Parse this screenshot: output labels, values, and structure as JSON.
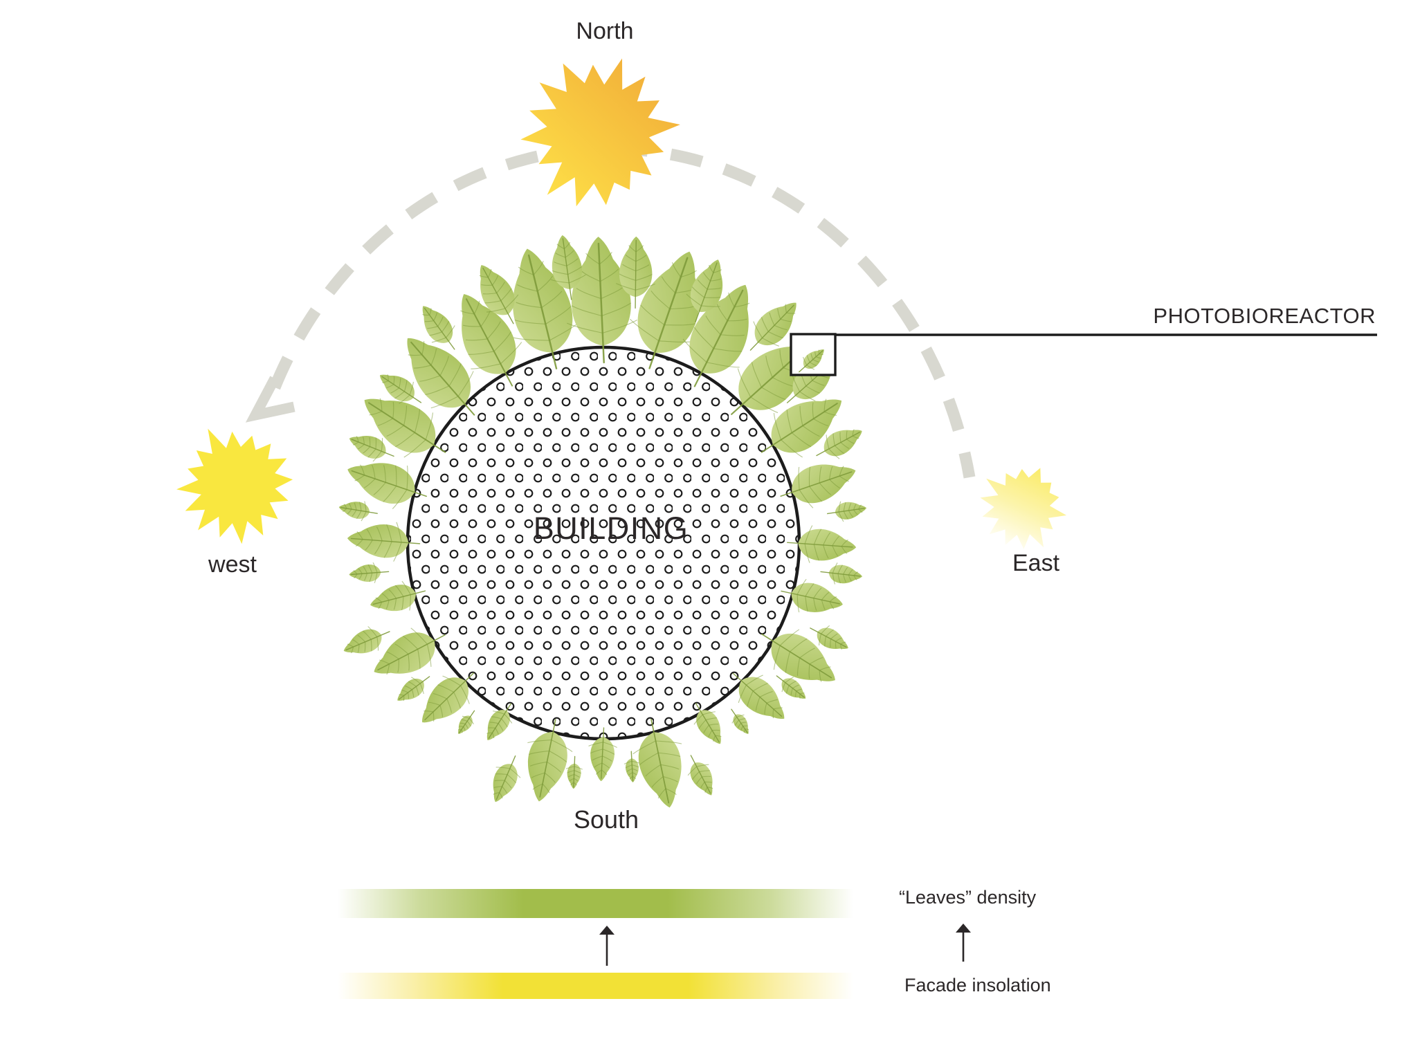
{
  "diagram": {
    "labels": {
      "north": "North",
      "west": "west",
      "east": "East",
      "south": "South",
      "building": "BUILDING",
      "photobioreactor": "PHOTOBIOREACTOR"
    },
    "legend": {
      "leaves_density": "“Leaves” density",
      "facade_insolation": "Facade insolation"
    },
    "colors": {
      "leaf_light": "#ccdb92",
      "leaf_dark": "#a2bd52",
      "leaf_vein": "#7e9a3b",
      "sun_north_yellow": "#ffe649",
      "sun_north_orange": "#f0a737",
      "sun_west_yellow": "#f9e73f",
      "sun_east_yellow": "#faeb66",
      "arc_gray": "#d8d8d0",
      "outline_black": "#1c1c1c",
      "bar_green": "#a2bd4b",
      "bar_green_soft": "#ccdb9b",
      "bar_yellow": "#f2e136",
      "bar_yellow_soft": "#faf0ad",
      "text": "#2b2728"
    }
  }
}
